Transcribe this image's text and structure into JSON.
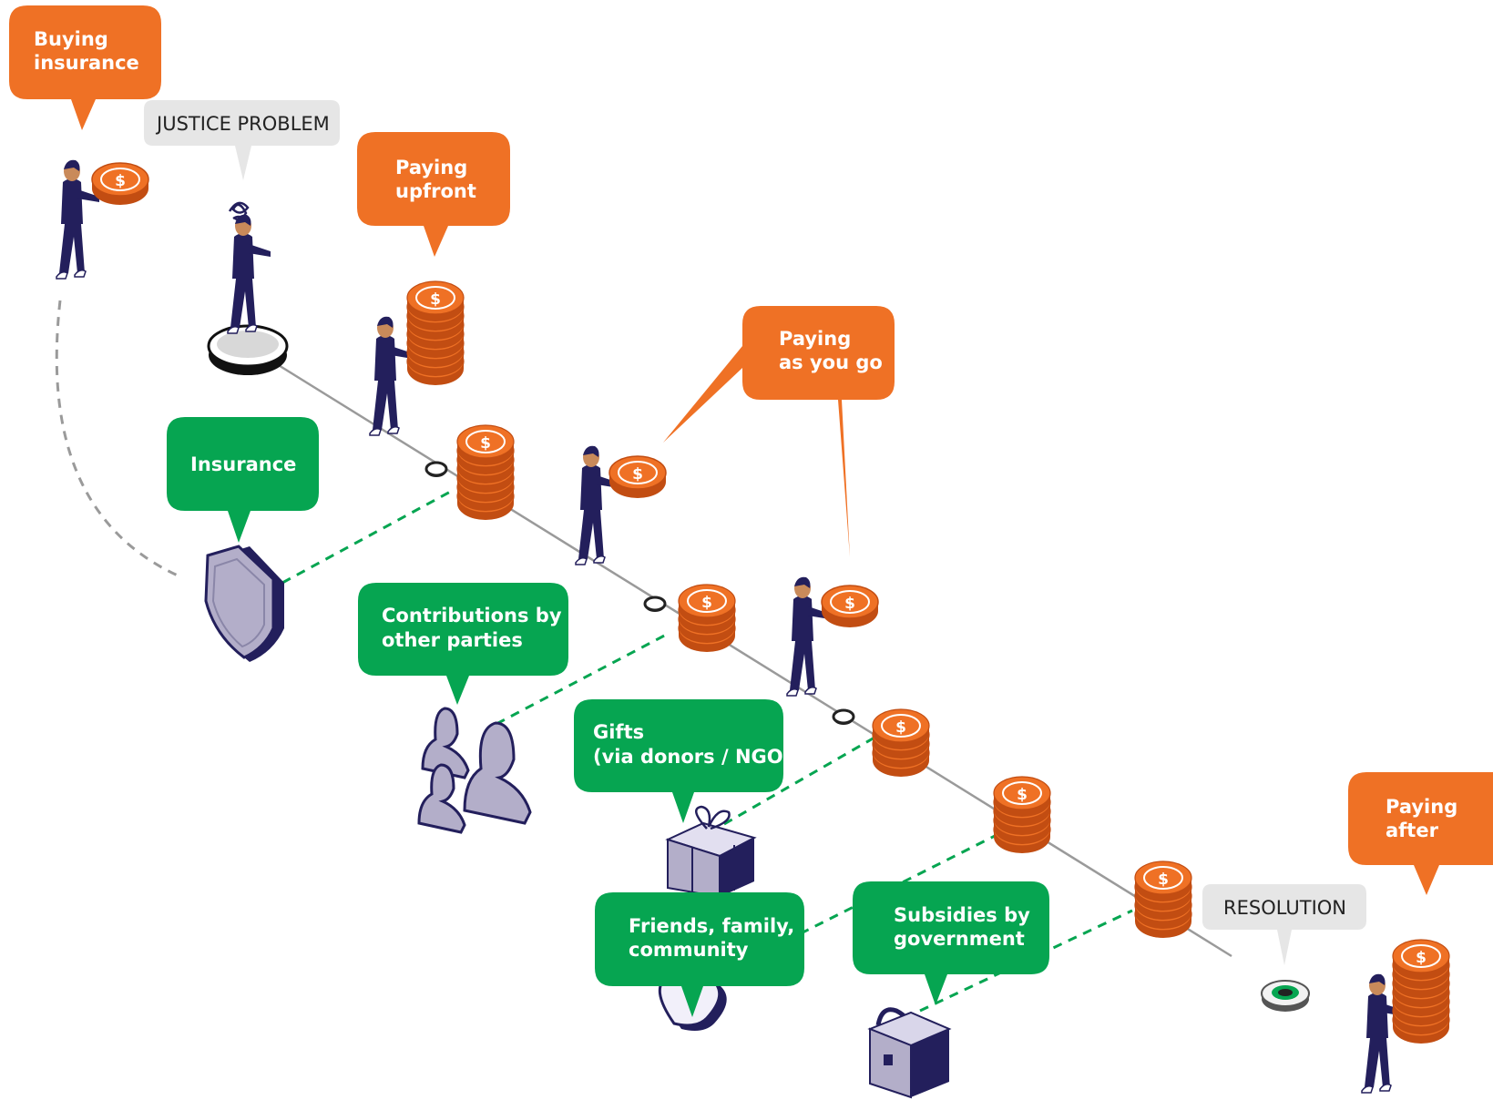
{
  "colors": {
    "orange": "#ef7125",
    "green": "#06a551",
    "gray_label": "#e6e6e6",
    "navy": "#231f5c",
    "coin": "#ef7125",
    "icon_fill": "#b3aec9"
  },
  "labels": {
    "buying_insurance": [
      "Buying",
      "insurance"
    ],
    "justice_problem": "JUSTICE PROBLEM",
    "paying_upfront": [
      "Paying",
      "upfront"
    ],
    "paying_as_you_go": [
      "Paying",
      "as you go"
    ],
    "insurance": "Insurance",
    "contributions": [
      "Contributions by",
      "other parties"
    ],
    "gifts": [
      "Gifts",
      "(via donors / NGO)"
    ],
    "friends": [
      "Friends, family,",
      "community"
    ],
    "subsidies": [
      "Subsidies by",
      "government"
    ],
    "resolution": "RESOLUTION",
    "paying_after": [
      "Paying",
      "after"
    ]
  },
  "icons": {
    "shield": "shield-icon",
    "people": "people-icon",
    "gift": "gift-icon",
    "heart": "heart-icon",
    "briefcase": "briefcase-icon",
    "confused": "confusion-icon",
    "coin": "dollar-coin-icon"
  }
}
